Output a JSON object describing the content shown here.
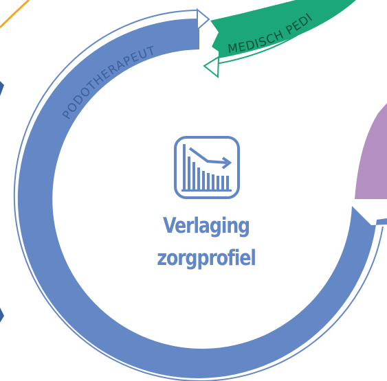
{
  "center": {
    "icon": "declining-bar-chart-icon",
    "title_line1": "Verlaging",
    "title_line2": "zorgprofiel"
  },
  "segments": {
    "podotherapeut": {
      "label": "PODOTHERAPEUT",
      "color": "#6488c6"
    },
    "medisch_pedicure": {
      "label": "MEDISCH PEDI",
      "color": "#1ba77a"
    }
  },
  "colors": {
    "orange": "#f5a623",
    "purple": "#b48fc2",
    "blue_dark": "#3a5f9c"
  }
}
